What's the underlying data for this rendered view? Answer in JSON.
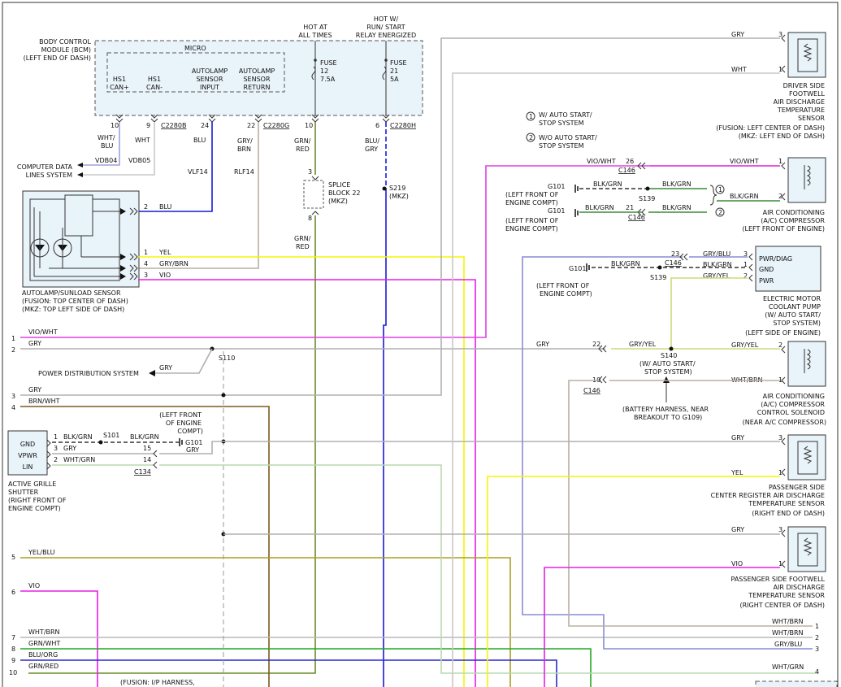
{
  "bcm": {
    "title": [
      "BODY CONTROL",
      "MODULE (BCM)",
      "(LEFT END OF DASH)"
    ],
    "micro": "MICRO",
    "pins": [
      {
        "name": [
          "HS1",
          "CAN+"
        ]
      },
      {
        "name": [
          "HS1",
          "CAN-"
        ]
      },
      {
        "name": [
          "AUTOLAMP",
          "SENSOR",
          "INPUT"
        ]
      },
      {
        "name": [
          "AUTOLAMP",
          "SENSOR",
          "RETURN"
        ]
      }
    ],
    "hot_all": [
      "HOT AT",
      "ALL TIMES"
    ],
    "hot_run": [
      "HOT W/",
      "RUN/ START",
      "RELAY ENERGIZED"
    ],
    "fuse12": [
      "FUSE",
      "12",
      "7.5A"
    ],
    "fuse21": [
      "FUSE",
      "21",
      "5A"
    ],
    "pin_nums": [
      "10",
      "9",
      "24",
      "22",
      "10",
      "6"
    ],
    "conn": [
      "C2280B",
      "C2280G",
      "C2280H"
    ]
  },
  "wires": {
    "whtblu": [
      "WHT/",
      "BLU"
    ],
    "wht": "WHT",
    "blu": "BLU",
    "grybrn": [
      "GRY/",
      "BRN"
    ],
    "grnred": [
      "GRN/",
      "RED"
    ],
    "bluegry": [
      "BLU/",
      "GRY"
    ],
    "vdb04": "VDB04",
    "vdb05": "VDB05",
    "vlf14": "VLF14",
    "rlf14": "RLF14",
    "grnred2": [
      "GRN/",
      "RED"
    ]
  },
  "computer": [
    "COMPUTER DATA",
    "LINES SYSTEM"
  ],
  "splice": [
    "SPLICE",
    "BLOCK 22",
    "(MKZ)"
  ],
  "splice_pins": [
    "3",
    "8"
  ],
  "s219": [
    "S219",
    "(MKZ)"
  ],
  "autolamp": {
    "pins": [
      {
        "n": "2",
        "c": "BLU"
      },
      {
        "n": "1",
        "c": "YEL"
      },
      {
        "n": "4",
        "c": "GRY/BRN"
      },
      {
        "n": "3",
        "c": "VIO"
      }
    ],
    "label": [
      "AUTOLAMP/SUNLOAD SENSOR",
      "(FUSION: TOP CENTER OF DASH)",
      "(MKZ: TOP LEFT SIDE OF DASH)"
    ]
  },
  "left_rows": [
    {
      "n": "1",
      "c": "VIO/WHT"
    },
    {
      "n": "2",
      "c": "GRY"
    },
    {
      "n": "3",
      "c": "GRY"
    },
    {
      "n": "4",
      "c": "BRN/WHT"
    },
    {
      "n": "5",
      "c": "YEL/BLU"
    },
    {
      "n": "6",
      "c": "VIO"
    },
    {
      "n": "7",
      "c": "WHT/BRN"
    },
    {
      "n": "8",
      "c": "GRN/WHT"
    },
    {
      "n": "9",
      "c": "BLU/ORG"
    },
    {
      "n": "10",
      "c": "GRN/RED"
    }
  ],
  "power_dist": "POWER DISTRIBUTION SYSTEM",
  "s110": "S110",
  "gry_pd": "GRY",
  "grille": {
    "pins": [
      {
        "n": "1",
        "l": "GND",
        "c": "BLK/GRN"
      },
      {
        "n": "3",
        "l": "VPWR",
        "c": "GRY"
      },
      {
        "n": "2",
        "l": "LIN",
        "c": "WHT/GRN"
      }
    ],
    "label": [
      "ACTIVE GRILLE",
      "SHUTTER",
      "(RIGHT FRONT OF",
      "ENGINE COMPT)"
    ],
    "s101": "S101",
    "blkgrn": "BLK/GRN",
    "g101": "G101",
    "g101_lbl": [
      "(LEFT FRONT",
      "OF ENGINE",
      "COMPT)"
    ],
    "c134": "C134",
    "p15": "15",
    "p14": "14",
    "gry": "GRY"
  },
  "fusion_ip": "(FUSION: I/P HARNESS,",
  "notes": [
    {
      "n": "1",
      "t": [
        "W/ AUTO START/",
        "STOP SYSTEM"
      ]
    },
    {
      "n": "2",
      "t": [
        "W/O AUTO START/",
        "STOP SYSTEM"
      ]
    }
  ],
  "driver_sensor": {
    "pins": [
      {
        "n": "3",
        "c": "GRY"
      },
      {
        "n": "1",
        "c": "WHT"
      }
    ],
    "label": [
      "DRIVER SIDE",
      "FOOTWELL",
      "AIR DISCHARGE",
      "TEMPERATURE",
      "SENSOR",
      "(FUSION: LEFT CENTER OF DASH)",
      "(MKZ: LEFT END OF DASH)"
    ]
  },
  "ac_comp": {
    "pins": [
      {
        "n": "1",
        "c": "VIO/WHT"
      },
      {
        "n": "2",
        "c": "BLK/GRN"
      }
    ],
    "label": [
      "AIR CONDITIONING",
      "(A/C) COMPRESSOR",
      "(LEFT FRONT OF ENGINE)"
    ],
    "c146": "C146",
    "p26": "26",
    "p21": "21",
    "viowht": "VIO/WHT",
    "blkgrn": "BLK/GRN",
    "g101a": [
      "G101",
      "(LEFT FRONT OF",
      "ENGINE COMPT)"
    ],
    "g101b": [
      "G101",
      "(LEFT FRONT OF",
      "ENGINE COMPT)"
    ],
    "s139": "S139"
  },
  "pump": {
    "pins": [
      {
        "n": "3",
        "c": "GRY/BLU",
        "l": "PWR/DIAG"
      },
      {
        "n": "1",
        "c": "BLK/GRN",
        "l": "GND"
      },
      {
        "n": "2",
        "c": "GRY/YEL",
        "l": "PWR"
      }
    ],
    "label": [
      "ELECTRIC MOTOR",
      "COOLANT PUMP",
      "(W/ AUTO START/",
      "STOP SYSTEM)",
      "(LEFT SIDE OF ENGINE)"
    ],
    "p23": "23",
    "c146": "C146",
    "g101": [
      "G101",
      "(LEFT FRONT OF",
      "ENGINE COMPT)"
    ],
    "s139": "S139",
    "blkgrn": "BLK/GRN"
  },
  "solenoid": {
    "pins": [
      {
        "n": "2",
        "c": "GRY/YEL"
      },
      {
        "n": "1",
        "c": "WHT/BRN"
      }
    ],
    "label": [
      "AIR CONDITIONING",
      "(A/C) COMPRESSOR",
      "CONTROL SOLENOID",
      "(NEAR A/C COMPRESSOR)"
    ],
    "p22": "22",
    "p10": "10",
    "c146": "C146",
    "gry": "GRY",
    "gryyel": "GRY/YEL",
    "s140": [
      "S140",
      "(W/ AUTO START/",
      "STOP SYSTEM)"
    ],
    "battery": [
      "(BATTERY HARNESS, NEAR",
      "BREAKOUT TO G109)"
    ]
  },
  "pass_center": {
    "pins": [
      {
        "n": "3",
        "c": "GRY"
      },
      {
        "n": "1",
        "c": "YEL"
      }
    ],
    "label": [
      "PASSENGER SIDE",
      "CENTER REGISTER AIR DISCHARGE",
      "TEMPERATURE SENSOR",
      "(RIGHT END OF DASH)"
    ]
  },
  "pass_foot": {
    "pins": [
      {
        "n": "3",
        "c": "GRY"
      },
      {
        "n": "1",
        "c": "VIO"
      }
    ],
    "label": [
      "PASSENGER SIDE FOOTWELL",
      "AIR DISCHARGE",
      "TEMPERATURE SENSOR",
      "(RIGHT CENTER OF DASH)"
    ]
  },
  "right_rows": [
    {
      "n": "1",
      "c": "WHT/BRN"
    },
    {
      "n": "2",
      "c": "WHT/BRN"
    },
    {
      "n": "3",
      "c": "GRY/BLU"
    },
    {
      "n": "4",
      "c": "WHT/GRN"
    }
  ],
  "colors": {
    "gry": "#a9a9a9",
    "wht": "#c8c8c8",
    "blu": "#1a1ad6",
    "vio": "#e81ee8",
    "yel": "#f5f500",
    "brn": "#7a5a1e",
    "grn": "#3a8a3a",
    "grnred": "#6a8a2a",
    "yelblu": "#a8a020",
    "gryblu": "#8a8ad8",
    "gryyel": "#cfd87a",
    "whtgrn": "#b8d8b0",
    "bluorg": "#2a2ad0",
    "grnwht": "#22aa22",
    "viowht": "#e040e0"
  }
}
